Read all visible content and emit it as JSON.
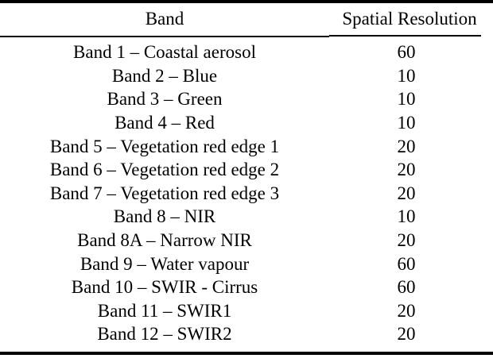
{
  "table": {
    "name": "sentinel-2-band-spatial-resolution-table",
    "columns": [
      {
        "key": "band",
        "header": "Band"
      },
      {
        "key": "resolution",
        "header": "Spatial Resolution"
      }
    ],
    "rows": [
      {
        "band": "Band 1 – Coastal aerosol",
        "resolution": "60"
      },
      {
        "band": "Band 2 – Blue",
        "resolution": "10"
      },
      {
        "band": "Band 3 – Green",
        "resolution": "10"
      },
      {
        "band": "Band 4 – Red",
        "resolution": "10"
      },
      {
        "band": "Band 5 – Vegetation red edge 1",
        "resolution": "20"
      },
      {
        "band": "Band 6 – Vegetation red edge 2",
        "resolution": "20"
      },
      {
        "band": "Band 7 – Vegetation red edge 3",
        "resolution": "20"
      },
      {
        "band": "Band 8 – NIR",
        "resolution": "10"
      },
      {
        "band": "Band 8A – Narrow NIR",
        "resolution": "20"
      },
      {
        "band": "Band 9 – Water vapour",
        "resolution": "60"
      },
      {
        "band": "Band 10 – SWIR - Cirrus",
        "resolution": "60"
      },
      {
        "band": "Band 11 – SWIR1",
        "resolution": "20"
      },
      {
        "band": "Band 12 – SWIR2",
        "resolution": "20"
      }
    ]
  },
  "style": {
    "text_color": "#000000",
    "background_color": "#ffffff",
    "rule_color": "#000000"
  }
}
